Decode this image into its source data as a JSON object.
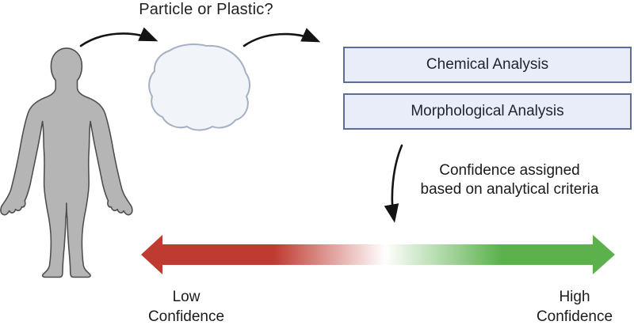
{
  "title": "Particle or Plastic?",
  "analysis_boxes": {
    "chemical": "Chemical Analysis",
    "morphological": "Morphological Analysis"
  },
  "annotation": {
    "text": "Confidence assigned\nbased on analytical criteria"
  },
  "confidence_scale": {
    "low_label": "Low\nConfidence",
    "high_label": "High\nConfidence"
  },
  "colors": {
    "low_red": "#bf3a30",
    "high_green": "#5cb14c",
    "box_fill": "#e9ecf9",
    "box_border": "#5d6c9b",
    "figure_fill": "#b5b5b5",
    "figure_stroke": "#4d4d4d",
    "particle_fill": "#f1f5fa",
    "particle_stroke": "#a6b0c3",
    "arrow_black": "#141414",
    "text": "#212121"
  }
}
